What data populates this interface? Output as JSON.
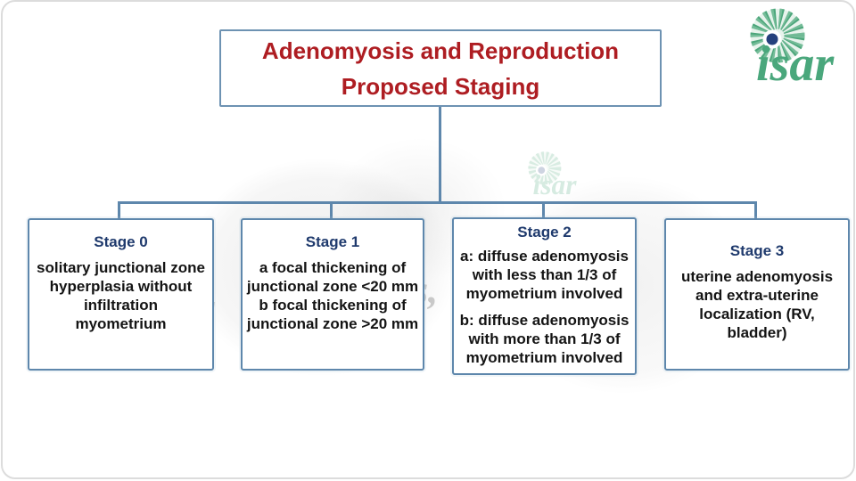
{
  "slide": {
    "title": {
      "line1": "Adenomyosis and Reproduction",
      "line2": "Proposed Staging"
    },
    "logo": {
      "text": "isar"
    },
    "colors": {
      "title_red": "#ae1d22",
      "stage_heading_blue": "#1f3a6d",
      "box_border_blue": "#5e87ac",
      "logo_green": "#4aa77c",
      "logo_dot_navy": "#24407c"
    }
  },
  "stages": [
    {
      "heading": "Stage 0",
      "lines": [
        "solitary junctional zone",
        "hyperplasia without",
        "infiltration",
        "myometrium"
      ]
    },
    {
      "heading": "Stage 1",
      "lines": [
        "a focal thickening of",
        "junctional zone <20 mm",
        "b focal thickening of",
        "junctional zone >20 mm"
      ]
    },
    {
      "heading": "Stage 2",
      "para_a": [
        "a: diffuse adenomyosis",
        "with less than 1/3 of",
        "myometrium involved"
      ],
      "para_b": [
        "b: diffuse adenomyosis",
        "with more than 1/3 of",
        "myometrium involved"
      ]
    },
    {
      "heading": "Stage 3",
      "lines": [
        "uterine adenomyosis",
        "and extra-uterine",
        "localization (RV,",
        "bladder)"
      ]
    }
  ],
  "watermark": {
    "script_fragment_1": "s,",
    "script_fragment_2": "rd",
    "logo_text": "isar"
  }
}
